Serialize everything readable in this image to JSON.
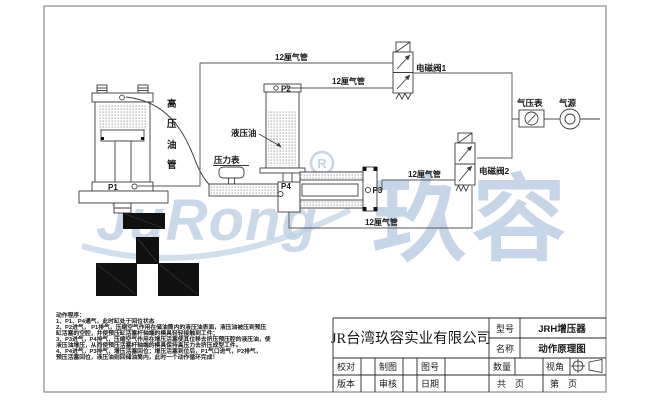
{
  "labels": {
    "pipe1": "12厘气管",
    "pipe2": "12厘气管",
    "pipe3": "12厘气管",
    "pipe4": "12厘气管",
    "valve1": "电磁阀1",
    "valve2": "电磁阀2",
    "air_gauge": "气压表",
    "air_source": "气源",
    "pressure_gauge": "压力表",
    "hydraulic_oil": "液压油",
    "hp_pipe": "高压油管",
    "hp_chars": [
      "高",
      "压",
      "油",
      "管"
    ],
    "p1": "P1",
    "p2": "P2",
    "p3": "P3",
    "p4": "P4"
  },
  "watermark": {
    "script": "JuRong",
    "registered": "R",
    "big": "玖容",
    "color": "#bdd0e4"
  },
  "notes": {
    "lines": [
      "动作程序：",
      "1、P1、P4通气，此时缸处于回位状态",
      "2、P2进气， P1排气，压缩空气作用在储油筒内的液压油表面，液压油被压到预压",
      "缸活塞的空腔，并使预压缸活塞杆轴端的模具轻轻接触到工件；",
      "3、P3进气，P4排气，压缩空气作用在增压活塞使其位移去挤压预压腔的液压油，使",
      "液压油增压，从而使预压活塞杆轴端的模具保持高压力去挤压成型工件。",
      "4、P4进气，P3排气，增压活塞回位；增压活塞到位后，P1气口进气，P2排气，",
      "预压活塞回位，液压油则回储油筒内，此时一个动作循环完成！"
    ]
  },
  "titleblock": {
    "company": "JR台湾玖容实业有限公司",
    "model_label": "型号",
    "model_value": "JRH增压器",
    "name_label": "名称",
    "name_value": "动作原理图",
    "check_label": "校对",
    "draw_label": "制图",
    "drawno_label": "图号",
    "qty_label": "数量",
    "view_label": "视角",
    "version_label": "版本",
    "audit_label": "审核",
    "date_label": "日期",
    "total_label": "共　页",
    "page_label": "第　页"
  }
}
